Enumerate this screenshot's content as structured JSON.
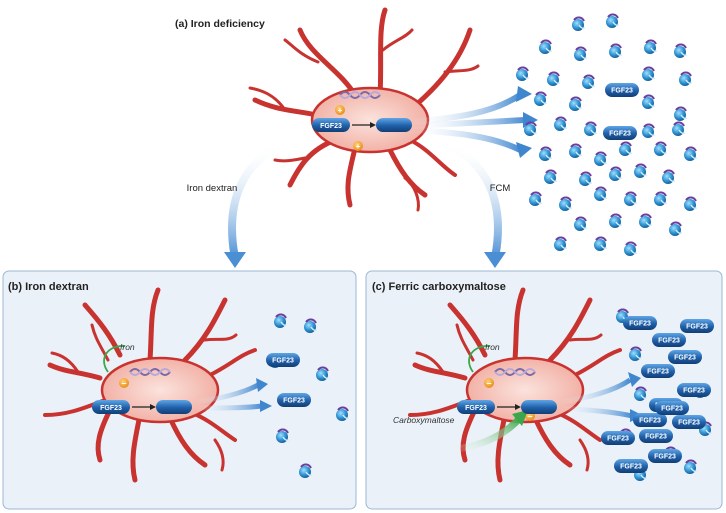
{
  "panels": {
    "a": {
      "title": "(a)  Iron deficiency",
      "gene_label": "FGF23"
    },
    "b": {
      "title": "(b) Iron dextran",
      "gene_label": "FGF23",
      "iron_label": "Iron"
    },
    "c": {
      "title": "(c) Ferric carboxymaltose",
      "gene_label": "FGF23",
      "iron_label": "Iron",
      "carboxymaltose_label": "Carboxymaltose"
    }
  },
  "arrows": {
    "left": "Iron dextran",
    "right": "FCM"
  },
  "pill_label": "FGF23",
  "colors": {
    "cell": "#f4c6bf",
    "cell_edge": "#c8332f",
    "protein": "#2b8fd0",
    "pill": "#1f5fa8",
    "panel_bg": "#eaf1f8",
    "panel_border": "#9bb7d4",
    "arrow": "#4a8fd4"
  }
}
